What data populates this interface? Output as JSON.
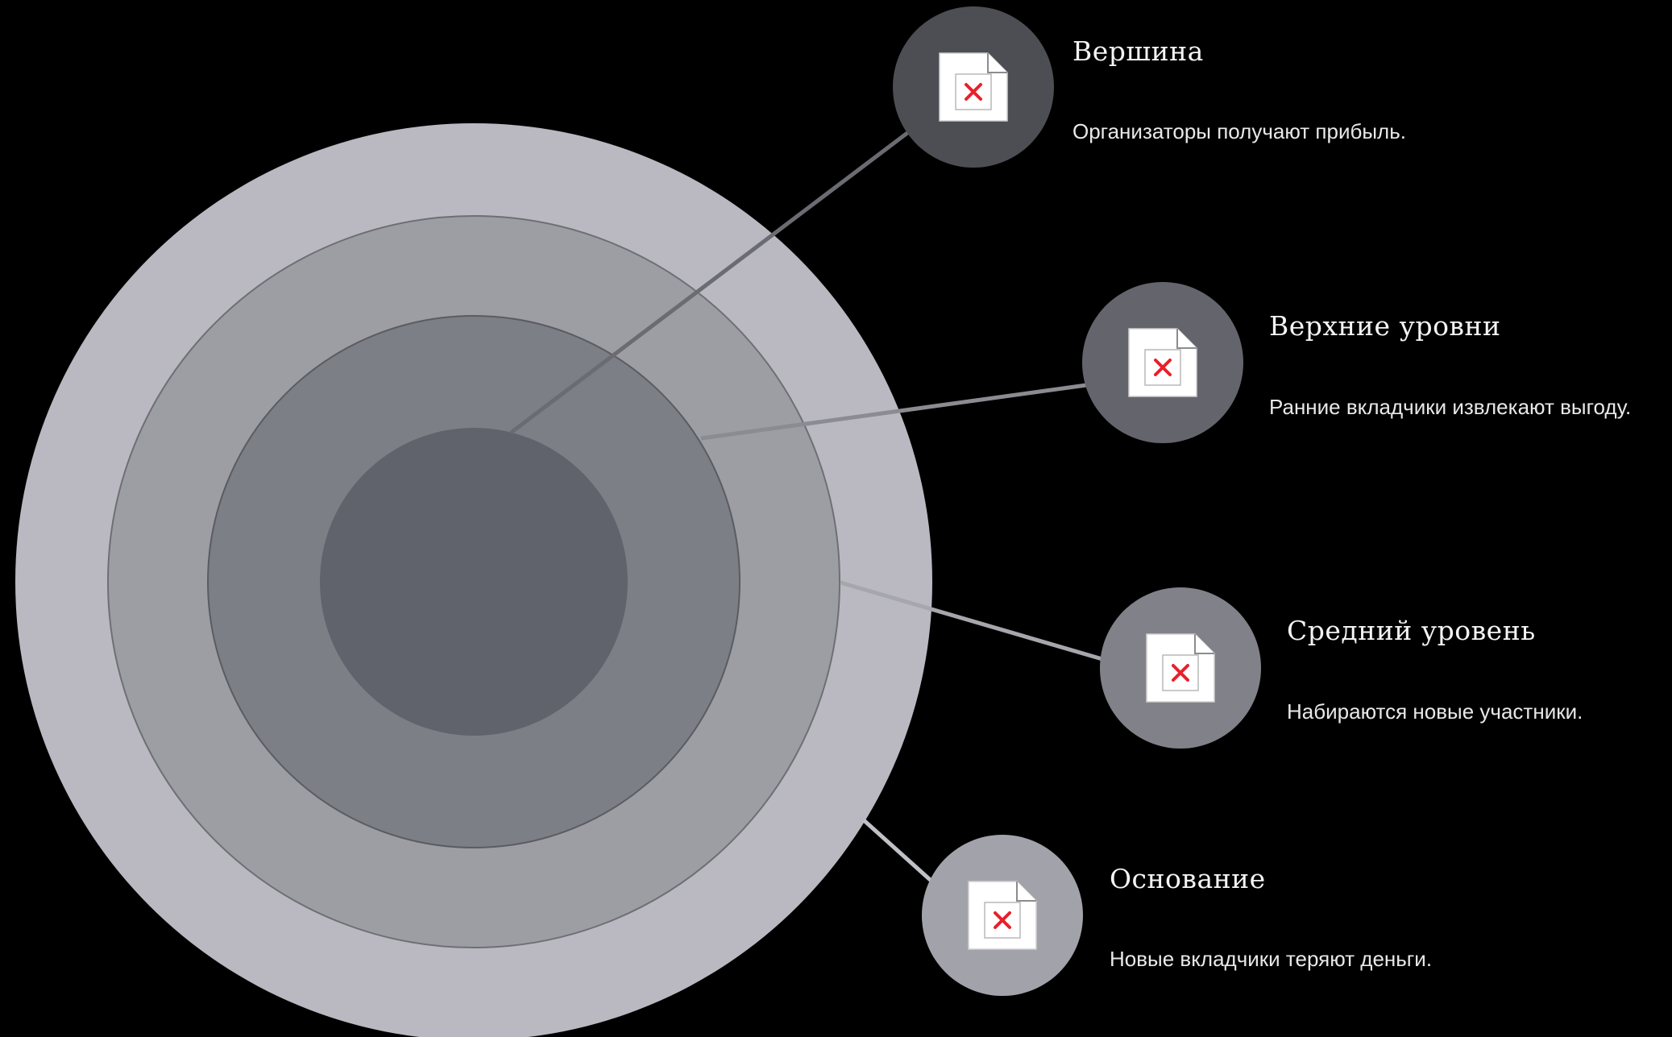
{
  "colors": {
    "background": "#000000",
    "ring_outer": "#bab9c1",
    "ring_second": "#9d9ea4",
    "ring_third": "#7d7f86",
    "ring_core": "#60636b",
    "node_apex": "#4d4e54",
    "node_upper": "#64656c",
    "node_middle": "#818289",
    "node_base": "#a2a3aa",
    "connector_apex": "#6b6c72",
    "connector_upper": "#8b8c92",
    "connector_middle": "#a6a7ad",
    "connector_base": "#c0c1c7",
    "broken_image_x": "#e8202a"
  },
  "levels": [
    {
      "id": "apex",
      "title": "Вершина",
      "description": "Организаторы получают прибыль.",
      "icon": "broken-image-icon"
    },
    {
      "id": "upper",
      "title": "Верхние уровни",
      "description": "Ранние вкладчики извлекают выгоду.",
      "icon": "broken-image-icon"
    },
    {
      "id": "middle",
      "title": "Средний уровень",
      "description": "Набираются новые участники.",
      "icon": "broken-image-icon"
    },
    {
      "id": "base",
      "title": "Основание",
      "description": "Новые вкладчики теряют деньги.",
      "icon": "broken-image-icon"
    }
  ]
}
